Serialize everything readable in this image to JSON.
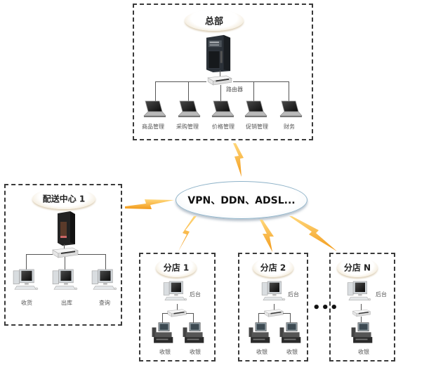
{
  "headquarters": {
    "title": "总部",
    "router_label": "路由器",
    "terminals": [
      {
        "label": "商品管理",
        "icon": "laptop-icon"
      },
      {
        "label": "采购管理",
        "icon": "laptop-icon"
      },
      {
        "label": "价格管理",
        "icon": "laptop-icon"
      },
      {
        "label": "促销管理",
        "icon": "laptop-icon"
      },
      {
        "label": "财务",
        "icon": "laptop-icon"
      }
    ],
    "server_icon": "server-icon"
  },
  "network": {
    "label": "VPN、DDN、ADSL..."
  },
  "distribution_center": {
    "title": "配送中心 1",
    "terminals": [
      {
        "label": "收货",
        "icon": "desktop-icon"
      },
      {
        "label": "出库",
        "icon": "desktop-icon"
      },
      {
        "label": "查询",
        "icon": "desktop-icon"
      }
    ]
  },
  "stores": [
    {
      "title": "分店 1",
      "backend_label": "后台",
      "pos": [
        "收银",
        "收银"
      ]
    },
    {
      "title": "分店 2",
      "backend_label": "后台",
      "pos": [
        "收银",
        "收银"
      ]
    },
    {
      "title": "分店 N",
      "backend_label": "后台",
      "pos": [
        "收银"
      ]
    }
  ],
  "ellipsis": "•••",
  "colors": {
    "lightning": "#f5a623",
    "border": "#3a3a3a"
  }
}
